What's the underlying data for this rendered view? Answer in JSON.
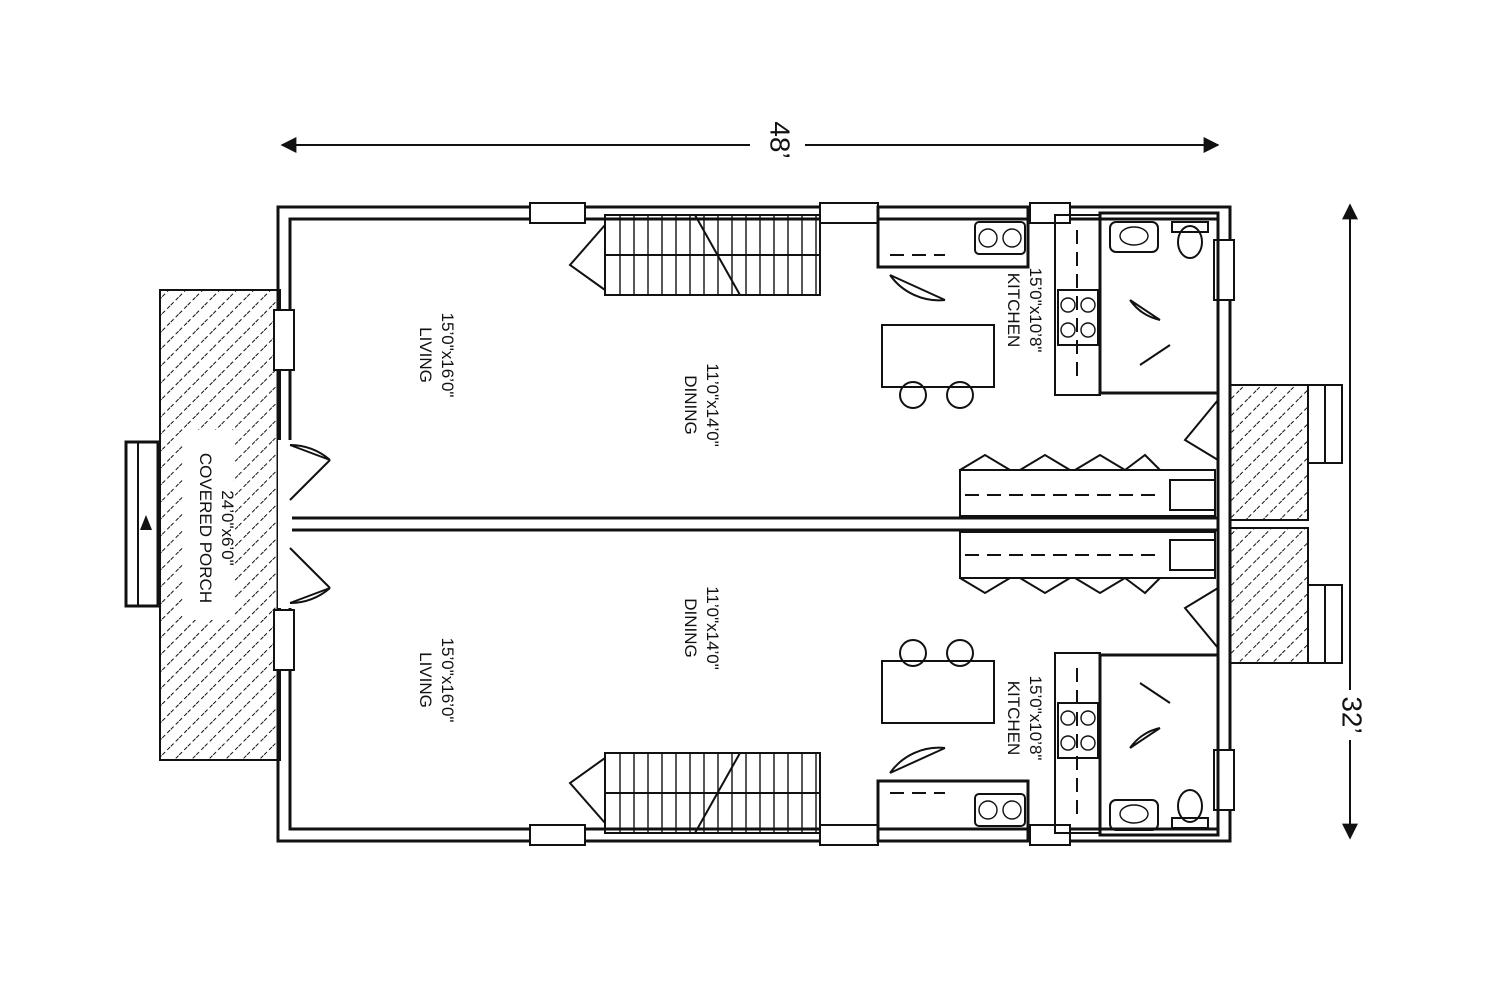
{
  "dimensions": {
    "width": "48’",
    "depth": "32’"
  },
  "porch": {
    "size": "24’0\"x6’0\"",
    "name": "COVERED PORCH"
  },
  "units": [
    {
      "living": {
        "size": "15’0\"x16’0\"",
        "name": "LIVING"
      },
      "dining": {
        "size": "11’0\"x14’0\"",
        "name": "DINING"
      },
      "kitchen": {
        "size": "15’0\"x10’8\"",
        "name": "KITCHEN"
      }
    },
    {
      "living": {
        "size": "15’0\"x16’0\"",
        "name": "LIVING"
      },
      "dining": {
        "size": "11’0\"x14’0\"",
        "name": "DINING"
      },
      "kitchen": {
        "size": "15’0\"x10’8\"",
        "name": "KITCHEN"
      }
    }
  ],
  "colors": {
    "line": "#111111",
    "background": "#ffffff"
  }
}
